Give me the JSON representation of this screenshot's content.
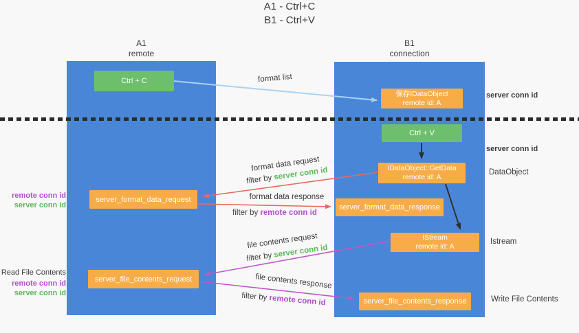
{
  "title": {
    "line1": "A1 - Ctrl+C",
    "line2": "B1 - Ctrl+V"
  },
  "columns": {
    "a1": {
      "name": "A1",
      "subtitle": "remote"
    },
    "b1": {
      "name": "B1",
      "subtitle": "connection"
    }
  },
  "nodes": {
    "ctrl_c": {
      "label": "Ctrl + C"
    },
    "save_dataobject": {
      "line1": "保存IDataObject",
      "line2": "remote id: A"
    },
    "ctrl_v": {
      "label": "Ctrl + V"
    },
    "getdata": {
      "line1": "IDataObject::GetData",
      "line2": "remote id: A"
    },
    "format_request": {
      "label": "server_format_data_request"
    },
    "format_response": {
      "label": "server_format_data_response"
    },
    "istream": {
      "line1": "IStream",
      "line2": "remote id: A"
    },
    "file_request": {
      "label": "server_file_contents_request"
    },
    "file_response": {
      "label": "server_file_contents_response"
    }
  },
  "flow_labels": {
    "format_list": "format list",
    "format_data_request": "format data request",
    "format_data_response": "format data response",
    "file_contents_request": "file contents request",
    "file_contents_response": "file contents response",
    "filter_by": "filter by",
    "server_conn_id": "server conn id",
    "remote_conn_id": "remote conn id"
  },
  "side_labels": {
    "server_conn_id_top": "server conn id",
    "server_conn_id_mid": "server conn id",
    "dataobject": "DataObject",
    "istream": "Istream",
    "write_file_contents": "Write File Contents",
    "read_file_contents": "Read File Contents",
    "remote_conn_id": "remote conn id",
    "server_conn_id": "server conn id"
  },
  "colors": {
    "column_blue": "#4a86d8",
    "box_green": "#6dbf6b",
    "box_orange": "#f8ac47",
    "arrow_light_blue": "#a9d2f2",
    "arrow_salmon": "#e96a5e",
    "arrow_magenta": "#c158c5",
    "arrow_black": "#2f2f2f",
    "text_green": "#5cb85c",
    "text_purple": "#b04ec9",
    "text_dark": "#3b3b3b",
    "divider_dark": "#2b2b2b",
    "background": "#f8f8f8"
  }
}
